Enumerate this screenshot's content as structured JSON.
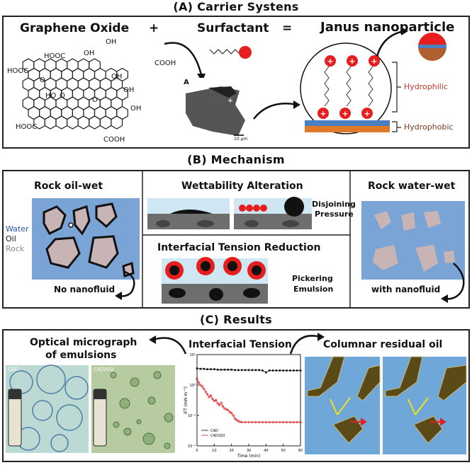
{
  "sectionA": {
    "title": "(A) Carrier Systens",
    "graphene_label": "Graphene Oxide",
    "plus": "+",
    "surfactant_label": "Surfactant",
    "equals": "=",
    "janus_label": "Janus nanoparticle",
    "hydrophilic": "Hydrophilic",
    "hydrophobic": "Hydrophobic",
    "micrograph_letter": "A",
    "scale_bar": "10 µm",
    "groups": [
      "HOOC",
      "OH",
      "OH",
      "COOH",
      "HOOC",
      "OH",
      "O",
      "O",
      "HO",
      "O",
      "OH",
      "HOOC",
      "COOH",
      "OH"
    ]
  },
  "sectionB": {
    "title": "(B) Mechanism",
    "oil_wet": "Rock oil-wet",
    "legend_water": "Water",
    "legend_oil": "Oil",
    "legend_rock": "Rock",
    "no_nanofluid": "No nanofluid",
    "wettability": "Wettability Alteration",
    "disjoining_1": "Disjoining",
    "disjoining_2": "Pressure",
    "ift_reduction": "Interfacial Tension Reduction",
    "pickering_1": "Pickering",
    "pickering_2": "Emulsion",
    "water_wet": "Rock water-wet",
    "with_nanofluid": "with nanofluid"
  },
  "sectionC": {
    "title": "(C) Results",
    "optical_1": "Optical micrograph",
    "optical_2": "of emulsions",
    "img_label_1": "CAD",
    "img_label_2": "CAD/GO",
    "ift_title": "Interfacial Tension",
    "columnar": "Columnar residual oil"
  },
  "chart_data": {
    "type": "scatter",
    "xlabel": "Time (min)",
    "ylabel": "IFT (mN m⁻¹)",
    "xlim": [
      0,
      60
    ],
    "ylim": [
      0.01,
      10
    ],
    "yscale": "log",
    "x_ticks": [
      "0",
      "10",
      "20",
      "30",
      "40",
      "50",
      "60"
    ],
    "y_ticks": [
      "10⁻²",
      "10⁻¹",
      "10⁰",
      "10¹"
    ],
    "series": [
      {
        "name": "CAD",
        "color": "#111111",
        "x": [
          0,
          2,
          4,
          6,
          8,
          10,
          12,
          14,
          16,
          18,
          20,
          22,
          24,
          26,
          28,
          30,
          32,
          34,
          36,
          38,
          40,
          42,
          44,
          46,
          48,
          50,
          52,
          54,
          56,
          58,
          60
        ],
        "y": [
          3.5,
          3.4,
          3.4,
          3.3,
          3.3,
          3.3,
          3.2,
          3.2,
          3.2,
          3.2,
          3.2,
          3.1,
          3.1,
          3.1,
          3.1,
          3.1,
          3.1,
          3.1,
          3.1,
          3.0,
          2.6,
          3.0,
          3.0,
          3.0,
          3.0,
          3.0,
          3.0,
          3.0,
          3.0,
          3.0,
          3.0
        ]
      },
      {
        "name": "CAD/GO",
        "color": "#e02020",
        "x": [
          0,
          1,
          2,
          3,
          4,
          5,
          6,
          7,
          8,
          9,
          10,
          11,
          12,
          13,
          14,
          15,
          16,
          17,
          18,
          19,
          20,
          21,
          22,
          23,
          24,
          25,
          26,
          28,
          30,
          32,
          34,
          36,
          38,
          40,
          42,
          44,
          46,
          48,
          50,
          52,
          54,
          56,
          58,
          60
        ],
        "y": [
          1.6,
          1.2,
          1.0,
          0.9,
          0.75,
          0.6,
          0.5,
          0.4,
          0.45,
          0.35,
          0.3,
          0.32,
          0.25,
          0.22,
          0.26,
          0.2,
          0.17,
          0.16,
          0.15,
          0.13,
          0.12,
          0.1,
          0.08,
          0.07,
          0.065,
          0.062,
          0.06,
          0.06,
          0.06,
          0.06,
          0.06,
          0.06,
          0.06,
          0.06,
          0.06,
          0.06,
          0.06,
          0.06,
          0.06,
          0.06,
          0.06,
          0.06,
          0.06,
          0.06
        ]
      }
    ]
  }
}
